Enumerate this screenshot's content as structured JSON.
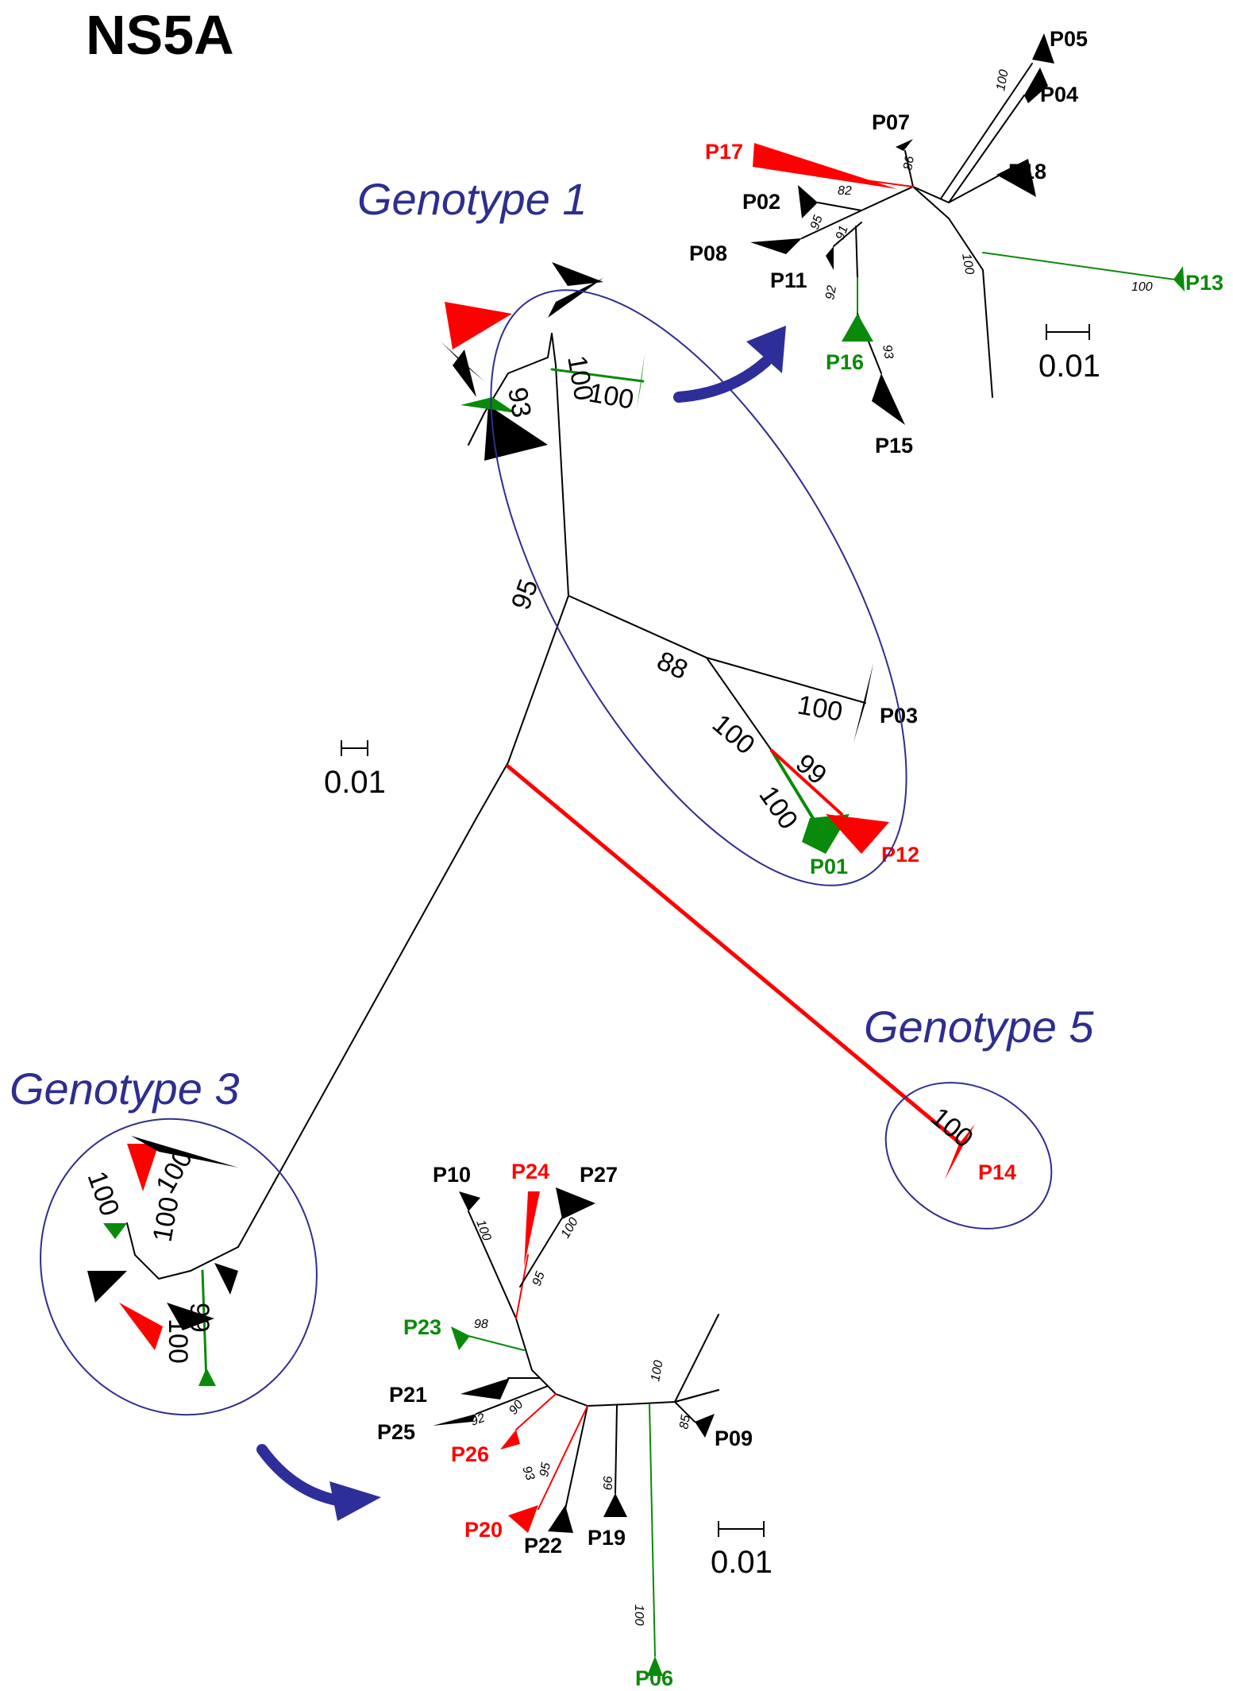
{
  "title": "NS5A",
  "colors": {
    "black": "#000000",
    "red": "#ff0000",
    "green": "#0a8a0a",
    "circle": "#2e2e8f",
    "arrow": "#2e2e9a"
  },
  "genotypes": {
    "g1": "Genotype 1",
    "g3": "Genotype 3",
    "g5": "Genotype 5"
  },
  "scale_bar": "0.01",
  "taxa": {
    "P01": "P01",
    "P02": "P02",
    "P03": "P03",
    "P04": "P04",
    "P05": "P05",
    "P06": "P06",
    "P07": "P07",
    "P08": "P08",
    "P09": "P09",
    "P10": "P10",
    "P11": "P11",
    "P12": "P12",
    "P13": "P13",
    "P14": "P14",
    "P15": "P15",
    "P16": "P16",
    "P17": "P17",
    "P18": "P18",
    "P19": "P19",
    "P20": "P20",
    "P21": "P21",
    "P22": "P22",
    "P23": "P23",
    "P24": "P24",
    "P25": "P25",
    "P26": "P26",
    "P27": "P27"
  },
  "bootstrap": {
    "main_95": "95",
    "main_88": "88",
    "main_100a": "100",
    "main_99": "99",
    "main_100b": "100",
    "main_100c": "100",
    "main_100d": "100",
    "main_100e": "100",
    "main_93": "93",
    "g5_100": "100",
    "g3_100a": "100",
    "g3_100b": "100",
    "g3_100c": "100",
    "g3_100d": "100",
    "g3_99": "99",
    "z1_100a": "100",
    "z1_86": "86",
    "z1_82": "82",
    "z1_95": "95",
    "z1_91": "91",
    "z1_92": "92",
    "z1_93": "93",
    "z1_100b": "100",
    "z1_100c": "100",
    "z3_100a": "100",
    "z3_95a": "95",
    "z3_100b": "100",
    "z3_98": "98",
    "z3_92": "92",
    "z3_90": "90",
    "z3_93": "93",
    "z3_95b": "95",
    "z3_99": "99",
    "z3_100c": "100",
    "z3_85": "85",
    "z3_100d": "100"
  }
}
